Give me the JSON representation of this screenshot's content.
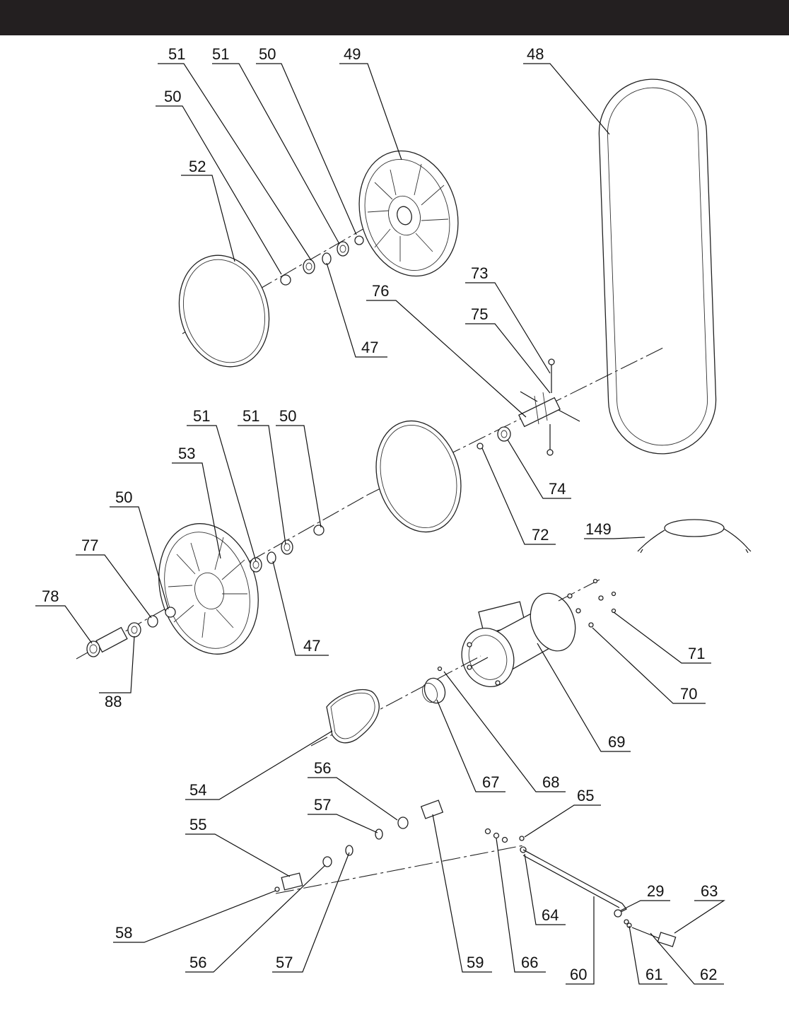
{
  "header_bar_color": "#231f20",
  "callouts": [
    "51",
    "51",
    "50",
    "49",
    "48",
    "50",
    "52",
    "47",
    "73",
    "76",
    "75",
    "74",
    "72",
    "51",
    "51",
    "50",
    "53",
    "50",
    "77",
    "78",
    "88",
    "47",
    "149",
    "71",
    "70",
    "69",
    "54",
    "67",
    "68",
    "56",
    "57",
    "65",
    "55",
    "58",
    "56",
    "57",
    "59",
    "66",
    "64",
    "29",
    "63",
    "60",
    "61",
    "62"
  ]
}
